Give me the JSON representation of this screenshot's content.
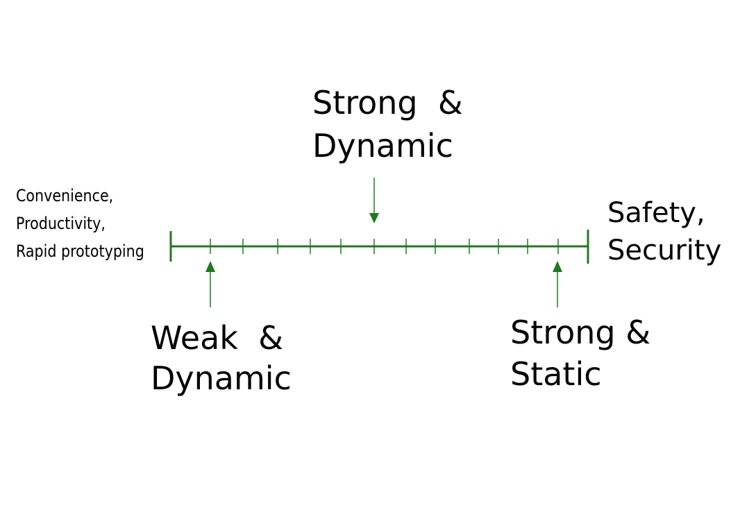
{
  "colors": {
    "axis": "#1f7a1f",
    "arrow": "#1f7a1f",
    "text": "#000000",
    "background": "#ffffff"
  },
  "left_end": {
    "line1": "Convenience,",
    "line2": "Productivity,",
    "line3": "Rapid prototyping"
  },
  "right_end": {
    "line1": "Safety,",
    "line2": "Security"
  },
  "markers": {
    "strong_dynamic": {
      "line1": "Strong  &",
      "line2": "Dynamic"
    },
    "weak_dynamic": {
      "line1": "Weak  &",
      "line2": "Dynamic"
    },
    "strong_static": {
      "line1": "Strong &",
      "line2": "Static"
    }
  }
}
